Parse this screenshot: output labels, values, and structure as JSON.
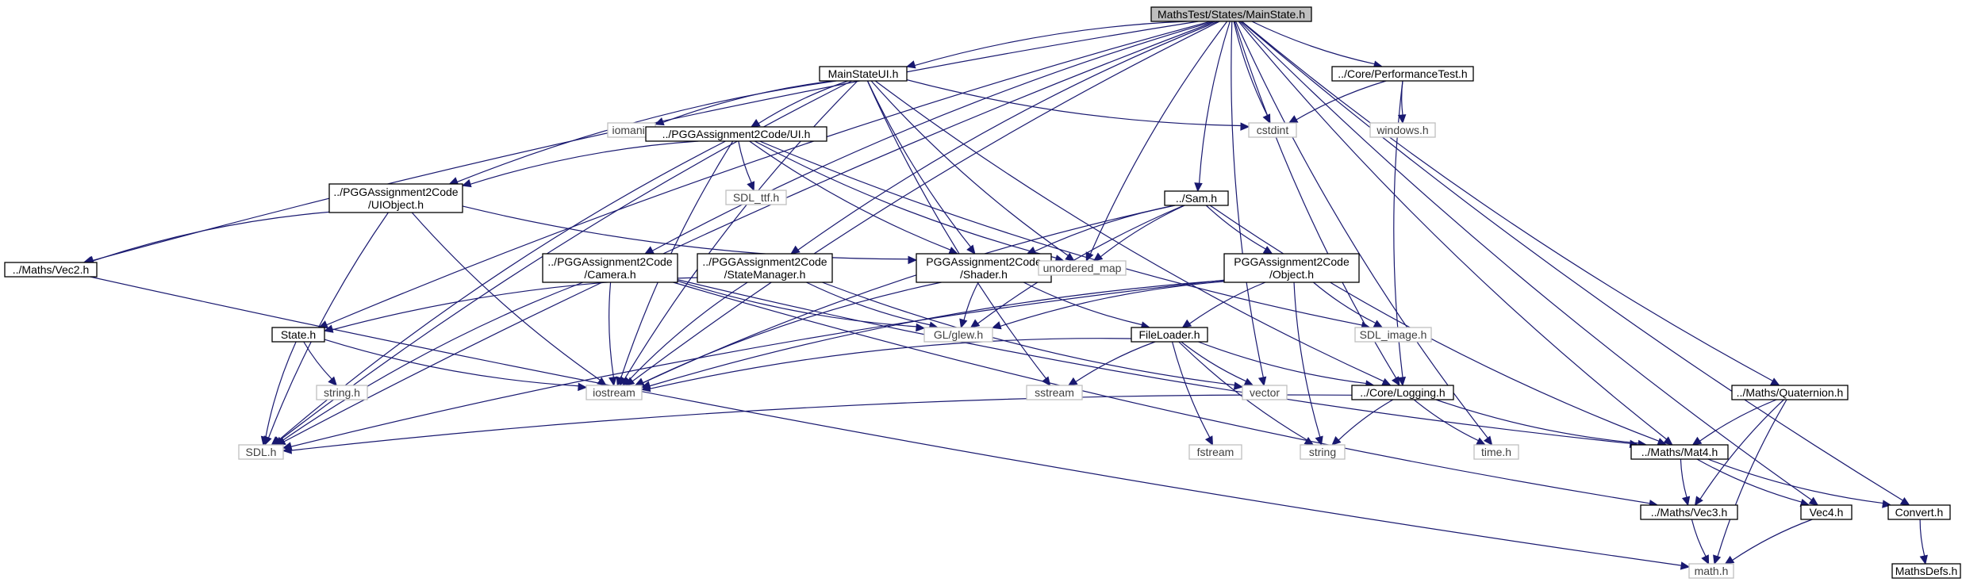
{
  "graph": {
    "colors": {
      "root_fill": "#bfbfbf",
      "project_fill": "#ffffff",
      "project_stroke": "#000000",
      "external_stroke": "#bfbfbf",
      "external_text": "#3f3f3f",
      "edge": "#191970"
    },
    "nodes": [
      {
        "id": "mainstate",
        "lines": [
          "MathsTest/States/MainState.h"
        ],
        "kind": "root"
      },
      {
        "id": "mainstateui",
        "lines": [
          "MainStateUI.h"
        ],
        "kind": "project"
      },
      {
        "id": "perftest",
        "lines": [
          "../Core/PerformanceTest.h"
        ],
        "kind": "project"
      },
      {
        "id": "iomanip",
        "lines": [
          "iomanip"
        ],
        "kind": "external"
      },
      {
        "id": "cstdint",
        "lines": [
          "cstdint"
        ],
        "kind": "external"
      },
      {
        "id": "windows",
        "lines": [
          "windows.h"
        ],
        "kind": "external"
      },
      {
        "id": "uih",
        "lines": [
          "../PGGAssignment2Code/UI.h"
        ],
        "kind": "project"
      },
      {
        "id": "sdlttf",
        "lines": [
          "SDL_ttf.h"
        ],
        "kind": "external"
      },
      {
        "id": "uiobject",
        "lines": [
          "../PGGAssignment2Code",
          "/UIObject.h"
        ],
        "kind": "project"
      },
      {
        "id": "samh",
        "lines": [
          "../Sam.h"
        ],
        "kind": "project"
      },
      {
        "id": "vec2",
        "lines": [
          "../Maths/Vec2.h"
        ],
        "kind": "project"
      },
      {
        "id": "camera",
        "lines": [
          "../PGGAssignment2Code",
          "/Camera.h"
        ],
        "kind": "project"
      },
      {
        "id": "statemanager",
        "lines": [
          "../PGGAssignment2Code",
          "/StateManager.h"
        ],
        "kind": "project"
      },
      {
        "id": "shader",
        "lines": [
          "PGGAssignment2Code",
          "/Shader.h"
        ],
        "kind": "project"
      },
      {
        "id": "unorderedmap",
        "lines": [
          "unordered_map"
        ],
        "kind": "external"
      },
      {
        "id": "object",
        "lines": [
          "PGGAssignment2Code",
          "/Object.h"
        ],
        "kind": "project"
      },
      {
        "id": "stateh",
        "lines": [
          "State.h"
        ],
        "kind": "project"
      },
      {
        "id": "glew",
        "lines": [
          "GL/glew.h"
        ],
        "kind": "external"
      },
      {
        "id": "sdlimage",
        "lines": [
          "SDL_image.h"
        ],
        "kind": "external"
      },
      {
        "id": "fileloader",
        "lines": [
          "FileLoader.h"
        ],
        "kind": "project"
      },
      {
        "id": "stringh",
        "lines": [
          "string.h"
        ],
        "kind": "external"
      },
      {
        "id": "iostream",
        "lines": [
          "iostream"
        ],
        "kind": "external"
      },
      {
        "id": "sstream",
        "lines": [
          "sstream"
        ],
        "kind": "external"
      },
      {
        "id": "vector",
        "lines": [
          "vector"
        ],
        "kind": "external"
      },
      {
        "id": "logging",
        "lines": [
          "../Core/Logging.h"
        ],
        "kind": "project"
      },
      {
        "id": "quaternion",
        "lines": [
          "../Maths/Quaternion.h"
        ],
        "kind": "project"
      },
      {
        "id": "sdlh",
        "lines": [
          "SDL.h"
        ],
        "kind": "external"
      },
      {
        "id": "fstream",
        "lines": [
          "fstream"
        ],
        "kind": "external"
      },
      {
        "id": "string",
        "lines": [
          "string"
        ],
        "kind": "external"
      },
      {
        "id": "timeh",
        "lines": [
          "time.h"
        ],
        "kind": "external"
      },
      {
        "id": "mat4",
        "lines": [
          "../Maths/Mat4.h"
        ],
        "kind": "project"
      },
      {
        "id": "vec3",
        "lines": [
          "../Maths/Vec3.h"
        ],
        "kind": "project"
      },
      {
        "id": "vec4",
        "lines": [
          "Vec4.h"
        ],
        "kind": "project"
      },
      {
        "id": "convert",
        "lines": [
          "Convert.h"
        ],
        "kind": "project"
      },
      {
        "id": "mathh",
        "lines": [
          "math.h"
        ],
        "kind": "external"
      },
      {
        "id": "mathsdefs",
        "lines": [
          "MathsDefs.h"
        ],
        "kind": "project"
      }
    ],
    "edges": [
      [
        "mainstate",
        "mainstateui"
      ],
      [
        "mainstate",
        "perftest"
      ],
      [
        "mainstate",
        "cstdint"
      ],
      [
        "mainstate",
        "samh"
      ],
      [
        "mainstate",
        "vec2"
      ],
      [
        "mainstate",
        "camera"
      ],
      [
        "mainstate",
        "statemanager"
      ],
      [
        "mainstate",
        "unorderedmap"
      ],
      [
        "mainstate",
        "stateh"
      ],
      [
        "mainstate",
        "iostream"
      ],
      [
        "mainstate",
        "vector"
      ],
      [
        "mainstate",
        "logging"
      ],
      [
        "mainstate",
        "quaternion"
      ],
      [
        "mainstate",
        "sdlh"
      ],
      [
        "mainstate",
        "timeh"
      ],
      [
        "mainstate",
        "mat4"
      ],
      [
        "mainstate",
        "vec4"
      ],
      [
        "mainstate",
        "convert"
      ],
      [
        "mainstateui",
        "iomanip"
      ],
      [
        "mainstateui",
        "cstdint"
      ],
      [
        "mainstateui",
        "uih"
      ],
      [
        "mainstateui",
        "uiobject"
      ],
      [
        "mainstateui",
        "shader"
      ],
      [
        "mainstateui",
        "unorderedmap"
      ],
      [
        "mainstateui",
        "iostream"
      ],
      [
        "mainstateui",
        "sstream"
      ],
      [
        "mainstateui",
        "logging"
      ],
      [
        "mainstateui",
        "sdlh"
      ],
      [
        "perftest",
        "cstdint"
      ],
      [
        "perftest",
        "windows"
      ],
      [
        "perftest",
        "logging"
      ],
      [
        "uih",
        "sdlttf"
      ],
      [
        "uih",
        "uiobject"
      ],
      [
        "uih",
        "shader"
      ],
      [
        "uih",
        "unorderedmap"
      ],
      [
        "uih",
        "sdlimage"
      ],
      [
        "uih",
        "iostream"
      ],
      [
        "uih",
        "sdlh"
      ],
      [
        "uiobject",
        "vec2"
      ],
      [
        "uiobject",
        "shader"
      ],
      [
        "uiobject",
        "iostream"
      ],
      [
        "uiobject",
        "sdlh"
      ],
      [
        "samh",
        "shader"
      ],
      [
        "samh",
        "unorderedmap"
      ],
      [
        "samh",
        "object"
      ],
      [
        "samh",
        "glew"
      ],
      [
        "samh",
        "iostream"
      ],
      [
        "samh",
        "mat4"
      ],
      [
        "vec2",
        "mathh"
      ],
      [
        "camera",
        "glew"
      ],
      [
        "camera",
        "iostream"
      ],
      [
        "camera",
        "sdlh"
      ],
      [
        "camera",
        "vec3"
      ],
      [
        "camera",
        "mat4"
      ],
      [
        "statemanager",
        "stateh"
      ],
      [
        "statemanager",
        "glew"
      ],
      [
        "statemanager",
        "iostream"
      ],
      [
        "statemanager",
        "vector"
      ],
      [
        "shader",
        "glew"
      ],
      [
        "shader",
        "fileloader"
      ],
      [
        "shader",
        "iostream"
      ],
      [
        "object",
        "glew"
      ],
      [
        "object",
        "sdlimage"
      ],
      [
        "object",
        "fileloader"
      ],
      [
        "object",
        "iostream"
      ],
      [
        "object",
        "string"
      ],
      [
        "object",
        "sdlh"
      ],
      [
        "stateh",
        "stringh"
      ],
      [
        "stateh",
        "iostream"
      ],
      [
        "stateh",
        "sdlh"
      ],
      [
        "fileloader",
        "iostream"
      ],
      [
        "fileloader",
        "sstream"
      ],
      [
        "fileloader",
        "vector"
      ],
      [
        "fileloader",
        "logging"
      ],
      [
        "fileloader",
        "fstream"
      ],
      [
        "fileloader",
        "string"
      ],
      [
        "logging",
        "sdlh"
      ],
      [
        "logging",
        "string"
      ],
      [
        "logging",
        "timeh"
      ],
      [
        "logging",
        "mat4"
      ],
      [
        "quaternion",
        "mat4"
      ],
      [
        "quaternion",
        "vec3"
      ],
      [
        "quaternion",
        "mathh"
      ],
      [
        "mat4",
        "vec3"
      ],
      [
        "mat4",
        "vec4"
      ],
      [
        "mat4",
        "convert"
      ],
      [
        "vec3",
        "mathh"
      ],
      [
        "vec4",
        "mathh"
      ],
      [
        "convert",
        "mathsdefs"
      ]
    ]
  }
}
